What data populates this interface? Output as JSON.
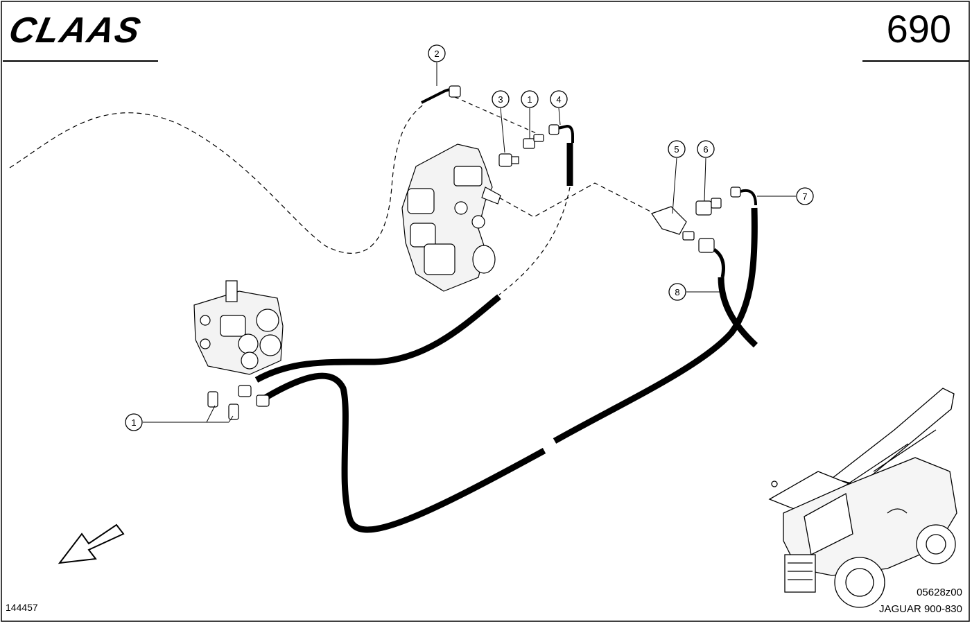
{
  "header": {
    "brand": "CLAAS",
    "page_number": "690"
  },
  "callouts": [
    "2",
    "3",
    "1",
    "4",
    "5",
    "6",
    "7",
    "8",
    "1"
  ],
  "footer": {
    "doc_number": "144457",
    "drawing_code": "05628z00",
    "model": "JAGUAR 900-830"
  },
  "icons": {
    "direction": "direction-arrow-icon",
    "machine": "forage-harvester-icon"
  }
}
